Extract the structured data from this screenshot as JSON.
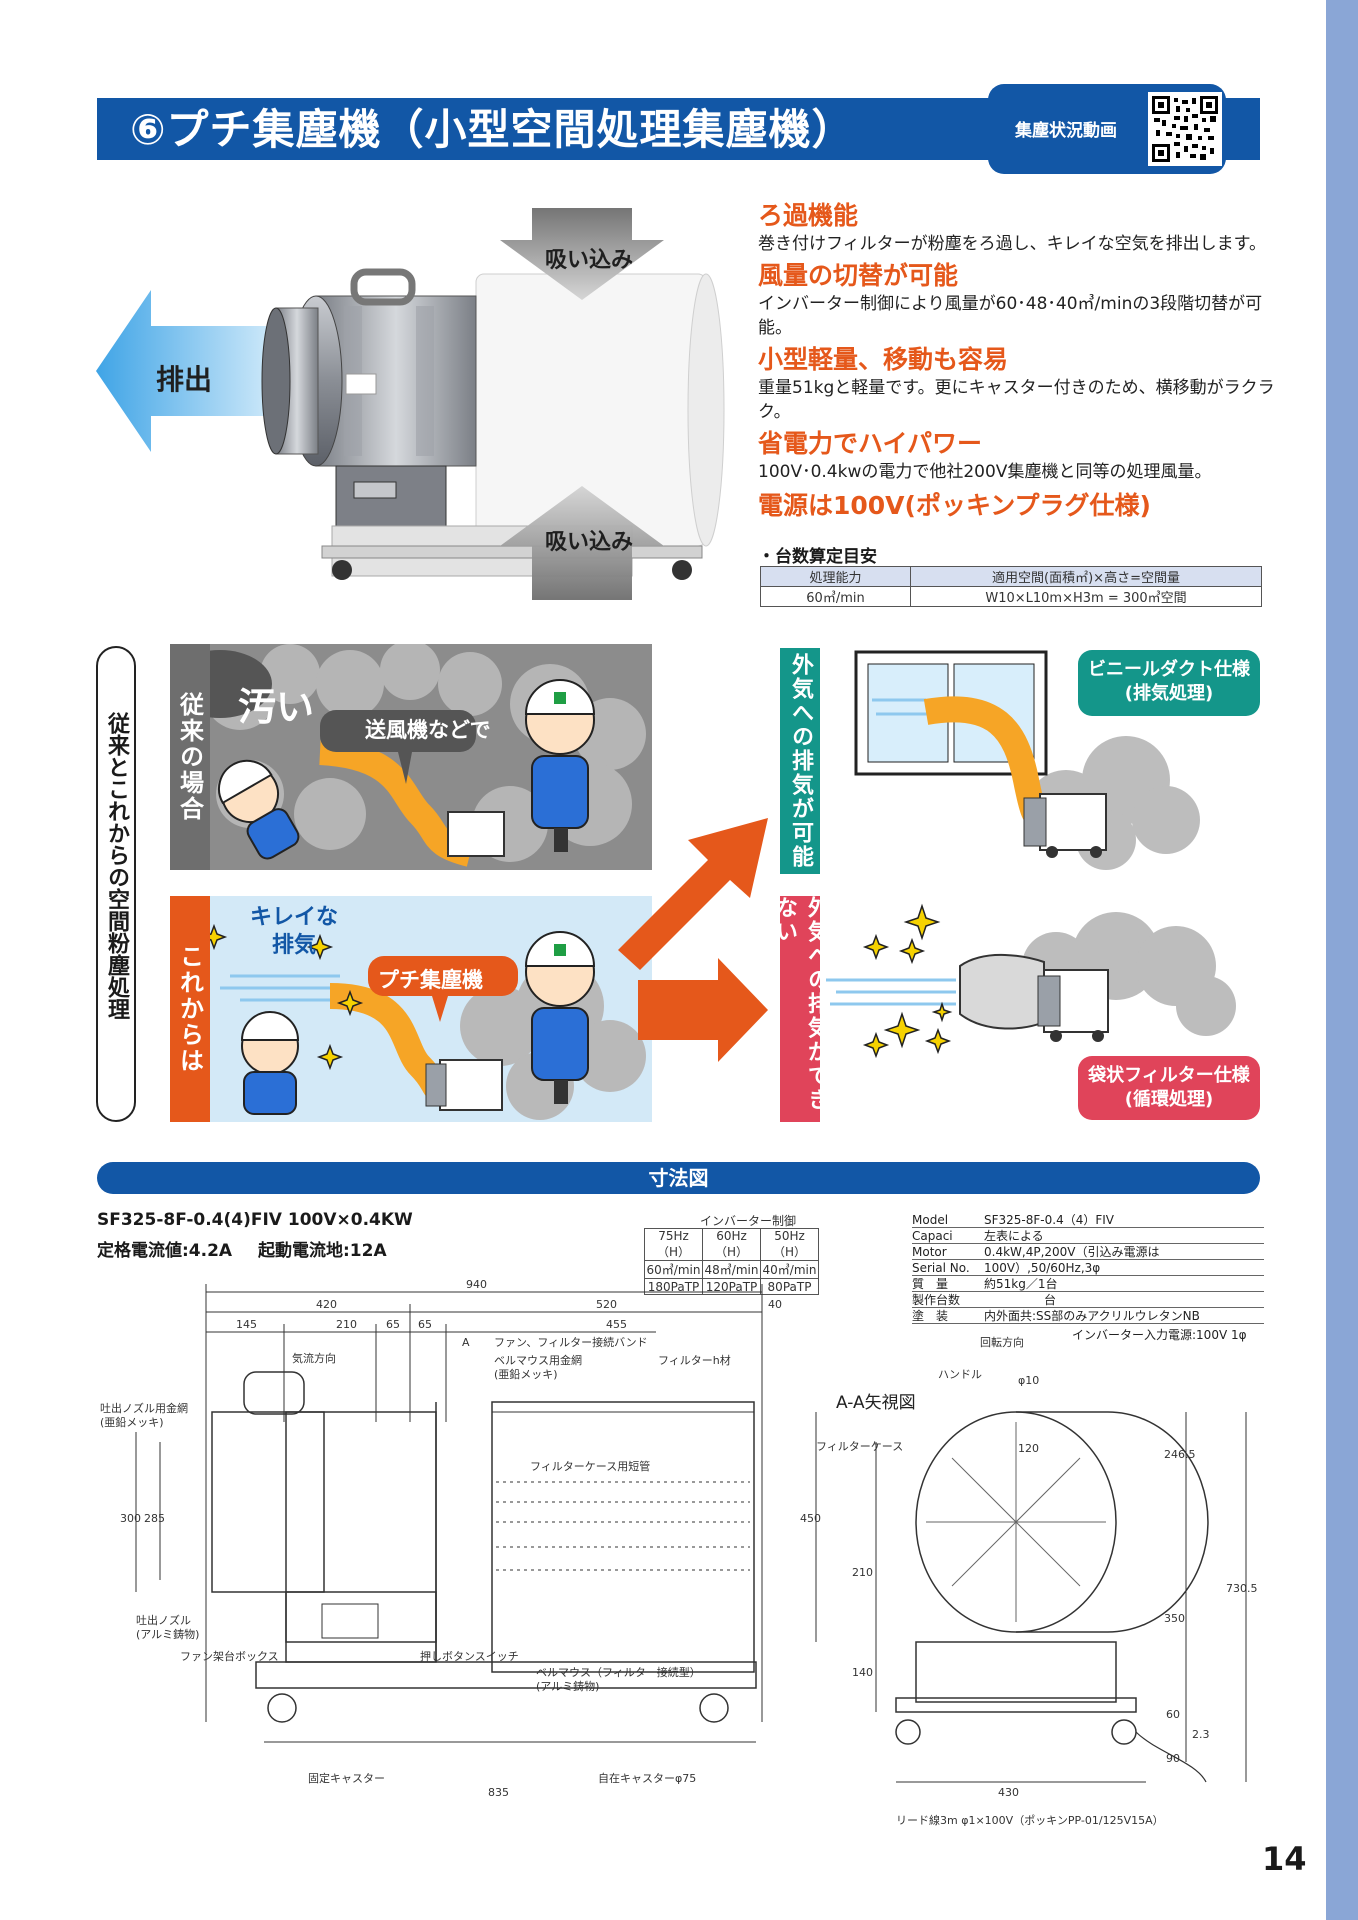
{
  "header": {
    "title": "⑥プチ集塵機（小型空間処理集塵機）",
    "video_label": "集塵状況動画"
  },
  "product": {
    "exhaust_label": "排出",
    "intake_top": "吸い込み",
    "intake_bottom": "吸い込み"
  },
  "features": [
    {
      "heading": "ろ過機能",
      "text": "巻き付けフィルターが粉塵をろ過し、キレイな空気を排出します。"
    },
    {
      "heading": "風量の切替が可能",
      "text": "インバーター制御により風量が60･48･40㎥/minの3段階切替が可能。"
    },
    {
      "heading": "小型軽量、移動も容易",
      "text": "重量51kgと軽量です。更にキャスター付きのため、横移動がラクラク。"
    },
    {
      "heading": "省電力でハイパワー",
      "text": "100V･0.4kwの電力で他社200V集塵機と同等の処理風量。"
    },
    {
      "heading": "電源は100V(ポッキンプラグ仕様)",
      "text": ""
    }
  ],
  "calc": {
    "title": "・台数算定目安",
    "headers": [
      "処理能力",
      "適用空間(面積㎡)×高さ=空間量"
    ],
    "row": [
      "60㎥/min",
      "W10×L10m×H3m = 300㎥空間"
    ]
  },
  "comparison": {
    "side_title": "従来とこれからの空間粉塵処理",
    "before_label": "従来の場合",
    "after_label": "これからは",
    "dirty": "汚い",
    "blower": "送風機などで",
    "clean_air_1": "キレイな",
    "clean_air_2": "排気",
    "petit": "プチ集塵機",
    "outside_ok": "外気への排気が可能",
    "outside_ng": "外気への排気ができない",
    "vinyl_1": "ビニールダクト仕様",
    "vinyl_2": "(排気処理)",
    "bag_1": "袋状フィルター仕様",
    "bag_2": "(循環処理)"
  },
  "dimension": {
    "title": "寸法図",
    "model": "SF325-8F-0.4(4)FIV 100V×0.4KW",
    "current_rated": "定格電流値:4.2A",
    "current_start": "起動電流地:12A",
    "inverter_title": "インバーター制御",
    "inverter_rows": [
      [
        "75Hz（H）",
        "60Hz（H）",
        "50Hz（H）"
      ],
      [
        "60㎥/min",
        "48㎥/min",
        "40㎥/min"
      ],
      [
        "180PaTP",
        "120PaTP",
        "80PaTP"
      ]
    ],
    "spec": [
      {
        "k": "Model",
        "v": "SF325-8F-0.4（4）FIV"
      },
      {
        "k": "Capaci",
        "v": "左表による"
      },
      {
        "k": "Motor",
        "v": "0.4kW,4P,200V（引込み電源は100V）,50/60Hz,3φ"
      },
      {
        "k": "Serial No.",
        "v": ""
      },
      {
        "k": "質　量",
        "v": "約51kg／1台"
      },
      {
        "k": "製作台数",
        "v": "　　　　　台"
      },
      {
        "k": "塗　装",
        "v": "内外面共:SS部のみアクリルウレタンNB"
      }
    ],
    "spec_extra": "インバーター入力電源:100V 1φ",
    "labels": {
      "d940": "940",
      "d420": "420",
      "d520": "520",
      "d40": "40",
      "d145": "145",
      "d210": "210",
      "d65a": "65",
      "d65b": "65",
      "d455": "455",
      "A": "A",
      "band": "ファン、フィルター接続バンド",
      "airflow": "気流方向",
      "bellmouth_mesh_1": "ベルマウス用金網",
      "bellmouth_mesh_2": "(亜鉛メッキ)",
      "filter_h": "フィルターh材",
      "nozzle_mesh_1": "吐出ノズル用金網",
      "nozzle_mesh_2": "(亜鉛メッキ)",
      "filter_case_tube": "フィルターケース用短管",
      "filter_case": "フィルターケース",
      "d300": "300",
      "d285": "285",
      "d450": "450",
      "nozzle_1": "吐出ノズル",
      "nozzle_2": "(アルミ鋳物)",
      "fan_box": "ファン架台ボックス",
      "push_switch": "押しボタンスイッチ",
      "bellmouth_1": "ベルマウス（フィルター接続型）",
      "bellmouth_2": "(アルミ鋳物)",
      "fixed_caster": "固定キャスター",
      "free_caster": "自在キャスターφ75",
      "d835": "835",
      "rotation": "回転方向",
      "handle": "ハンドル",
      "phi10": "φ10",
      "aa_view": "A-A矢視図",
      "d120": "120",
      "d246": "246.5",
      "d730": "730.5",
      "d350": "350",
      "d210v": "210",
      "d140": "140",
      "d60": "60",
      "d23": "2.3",
      "d90": "90",
      "d430": "430",
      "lead": "リード線3m φ1×100V（ポッキンPP-01/125V15A）"
    }
  },
  "page_number": "14"
}
